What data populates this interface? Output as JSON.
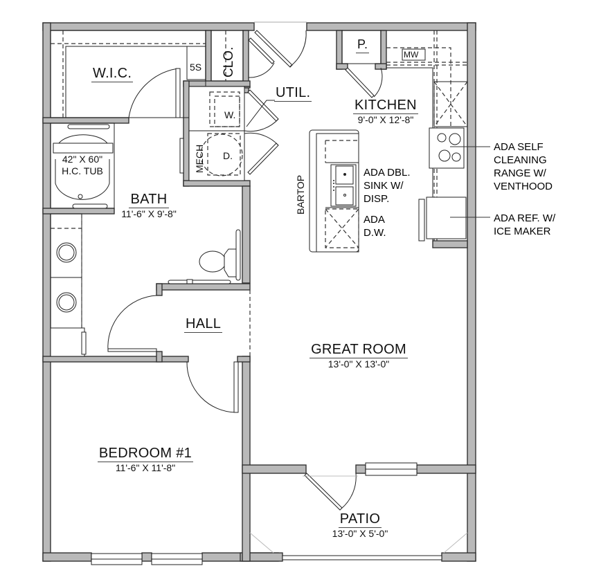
{
  "plan": {
    "wall_color": "#b9b9b9",
    "line_color": "#222222"
  },
  "rooms": {
    "wic": {
      "title": "W.I.C."
    },
    "shelf": {
      "label": "5S"
    },
    "closet": {
      "label": "CLO."
    },
    "util": {
      "title": "UTIL."
    },
    "washer": {
      "label": "W."
    },
    "dryer": {
      "label": "D."
    },
    "mech": {
      "label": "MECH"
    },
    "pantry": {
      "title": "P."
    },
    "microwave": {
      "label": "MW"
    },
    "kitchen": {
      "title": "KITCHEN",
      "dims": "9'-0\" X 12'-8\""
    },
    "tub": {
      "line1": "42\" X 60\"",
      "line2": "H.C. TUB"
    },
    "bath": {
      "title": "BATH",
      "dims": "11'-6\" X 9'-8\""
    },
    "bartop": {
      "label": "BARTOP"
    },
    "hall": {
      "title": "HALL"
    },
    "great_room": {
      "title": "GREAT ROOM",
      "dims": "13'-0\" X 13'-0\""
    },
    "bedroom": {
      "title": "BEDROOM #1",
      "dims": "11'-6\" X 11'-8\""
    },
    "patio": {
      "title": "PATIO",
      "dims": "13'-0\" X 5'-0\""
    }
  },
  "notes": {
    "sink": [
      "ADA DBL.",
      "SINK W/",
      "DISP."
    ],
    "dishwasher": [
      "ADA",
      "D.W."
    ],
    "range": [
      "ADA SELF",
      "CLEANING",
      "RANGE W/",
      "VENTHOOD"
    ],
    "fridge": [
      "ADA REF. W/",
      "ICE MAKER"
    ]
  }
}
